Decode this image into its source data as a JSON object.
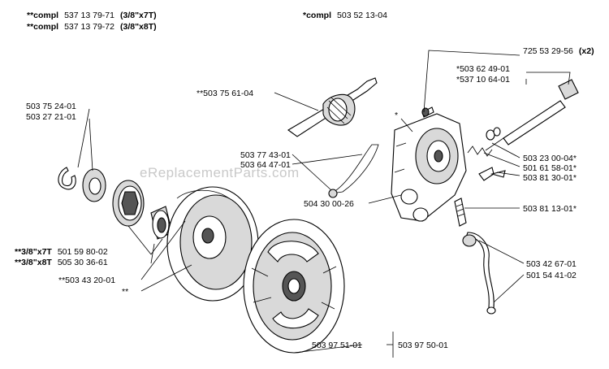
{
  "watermark": "eReplacementParts.com",
  "header": {
    "line1_prefix": "**compl",
    "line1_number": "537 13 79-71",
    "line1_suffix": "(3/8\"x7T)",
    "line2_prefix": "**compl",
    "line2_number": "537 13 79-72",
    "line2_suffix": "(3/8\"x8T)",
    "right_prefix": "*compl",
    "right_number": "503 52 13-04"
  },
  "labels": {
    "p1": "725 53 29-56",
    "p1_qty": "(x2)",
    "p2": "*503 62 49-01",
    "p3": "*537 10 64-01",
    "p4": "**503 75 61-04",
    "p5": "503 75 24-01",
    "p6": "503 27 21-01",
    "p7": "*",
    "p8": "503 77 43-01",
    "p9": "503 64 47-01",
    "p10": "503 23 00-04*",
    "p11": "501 61 58-01*",
    "p12": "503 81 30-01*",
    "p13": "504 30 00-26",
    "p14": "503 81 13-01*",
    "p15_prefix": "**3/8\"x7T",
    "p15": "501 59 80-02",
    "p16_prefix": "**3/8\"x8T",
    "p16": "505 30 36-61",
    "p17": "**503 43 20-01",
    "p18": "**",
    "p19": "503 42 67-01",
    "p20": "501 54 41-02",
    "p21": "503 97 51-01",
    "p22": "503 97 50-01"
  }
}
